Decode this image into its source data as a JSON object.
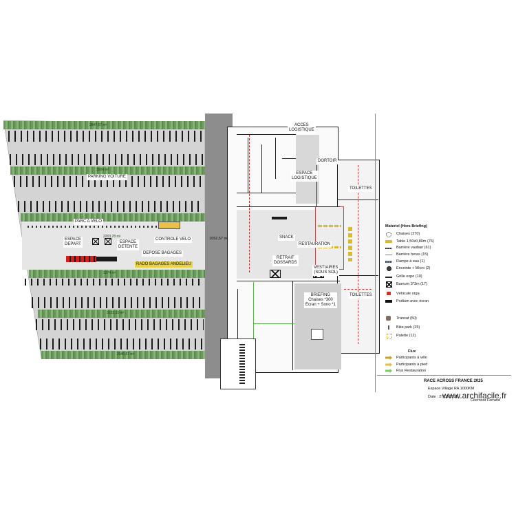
{
  "parking_zone": {
    "labels": {
      "parking_voiture": "PARKING VOITURE",
      "parc_velo": "PARC A VELO",
      "espace_depart": "ESPACE\nDEPART",
      "espace_detente": "ESPACE\nDETENTE",
      "controle_velo": "CONTROLE VELO",
      "depose_bagages": "DEPOSE BAGAGES",
      "rando_bagages": "RADO BAGAGES ANDELIEU",
      "small_area": "2203,78 m²",
      "road_area": "1052,57 m²"
    },
    "strip_labels": [
      "2847,67 m²",
      "3504 m²",
      "3374 m²",
      "3522,33 m²",
      "3540,67 m²"
    ]
  },
  "building": {
    "labels": {
      "acces_logistique": "ACCES\nLOGISTIQUE",
      "espace_logistique": "ESPACE\nLOGISTIQUE",
      "dortoir": "DORTOIR",
      "toilettes_1": "TOILETTES",
      "snack": "SNACK",
      "restauration": "RESTAURATION",
      "retrait_dossards": "RETRAIT\nDOSSARDS",
      "vestiaires": "VESTIAIRES\n(SOUS SOL)",
      "briefing": "BRIEFING\nChaises *300\nEcran + Sono *1",
      "toilettes_2": "TOILETTES"
    }
  },
  "legend": {
    "title": "Materiel (Hors Briefing)",
    "items": [
      {
        "label": "Chaises (270)",
        "icon": "chair-icon"
      },
      {
        "label": "Table 1,50x0,80m (76)",
        "icon": "table-icon"
      },
      {
        "label": "Barrière vauban (61)",
        "icon": "vauban-barrier-icon"
      },
      {
        "label": "Barrière heras (15)",
        "icon": "heras-barrier-icon"
      },
      {
        "label": "Rampe à eau (1)",
        "icon": "water-ramp-icon"
      },
      {
        "label": "Enceinte + Micro (2)",
        "icon": "speaker-icon"
      },
      {
        "label": "Grille expo (10)",
        "icon": "expo-grid-icon"
      },
      {
        "label": "Barnum 3*3m (17)",
        "icon": "tent-icon"
      },
      {
        "label": "Véhicule orga",
        "icon": "vehicle-icon"
      },
      {
        "label": "Podium avec écran",
        "icon": "podium-icon"
      },
      {
        "label": "Transat (50)",
        "icon": "deckchair-icon"
      },
      {
        "label": "Bike park (25)",
        "icon": "bike-park-icon"
      },
      {
        "label": "Palette (12)",
        "icon": "pallet-icon"
      }
    ],
    "flux_title": "Flux",
    "flux_items": [
      {
        "label": "Participants à vélo",
        "color": "#c9a227"
      },
      {
        "label": "Participants à pied",
        "color": "#e0c048"
      },
      {
        "label": "Flux Restauration",
        "color": "#7bc96a"
      }
    ]
  },
  "title_block": {
    "title": "RACE ACROSS FRANCE 2025",
    "subtitle": "Espace Village RA 1000KM",
    "date": "Date : 27/03/2025",
    "author": "Clermont Ferrand"
  },
  "watermark": "www.archifacile.fr"
}
